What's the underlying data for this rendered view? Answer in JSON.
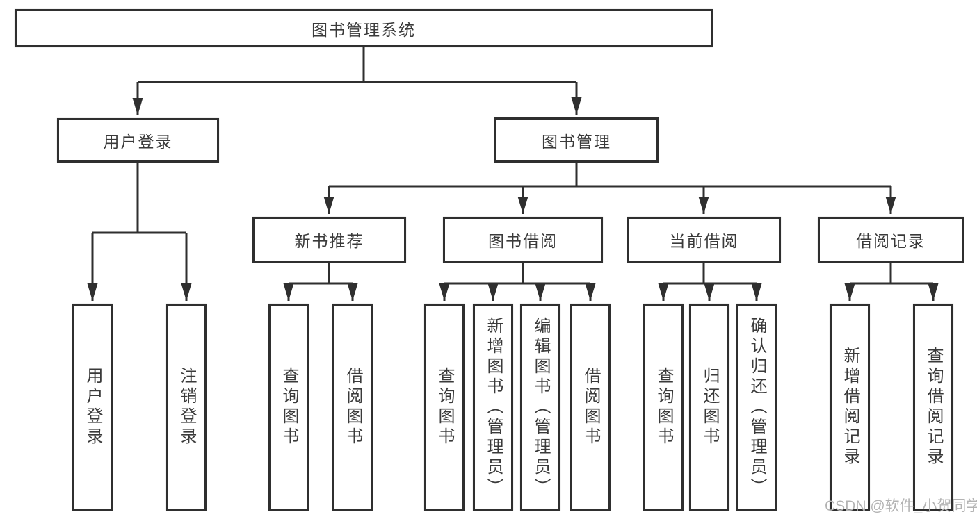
{
  "diagram": {
    "type": "hierarchy-tree",
    "tree": {
      "label": "图书管理系统",
      "children": [
        {
          "label": "用户登录",
          "children": [
            {
              "label": "用户登录"
            },
            {
              "label": "注销登录"
            }
          ]
        },
        {
          "label": "图书管理",
          "children": [
            {
              "label": "新书推荐",
              "children": [
                {
                  "label": "查询图书"
                },
                {
                  "label": "借阅图书"
                }
              ]
            },
            {
              "label": "图书借阅",
              "children": [
                {
                  "label": "查询图书"
                },
                {
                  "label": "新增图书（管理员）"
                },
                {
                  "label": "编辑图书（管理员）"
                },
                {
                  "label": "借阅图书"
                }
              ]
            },
            {
              "label": "当前借阅",
              "children": [
                {
                  "label": "查询图书"
                },
                {
                  "label": "归还图书"
                },
                {
                  "label": "确认归还（管理员）"
                }
              ]
            },
            {
              "label": "借阅记录",
              "children": [
                {
                  "label": "新增借阅记录"
                },
                {
                  "label": "查询借阅记录"
                }
              ]
            }
          ]
        }
      ]
    },
    "colors": {
      "line": "#2f2f2f",
      "box_border": "#2f2f2f",
      "box_background": "#ffffff",
      "text": "#3a3a3a",
      "watermark": "#b3b3b3"
    }
  },
  "watermark": {
    "text": "CSDN @软件_小贺同学"
  }
}
